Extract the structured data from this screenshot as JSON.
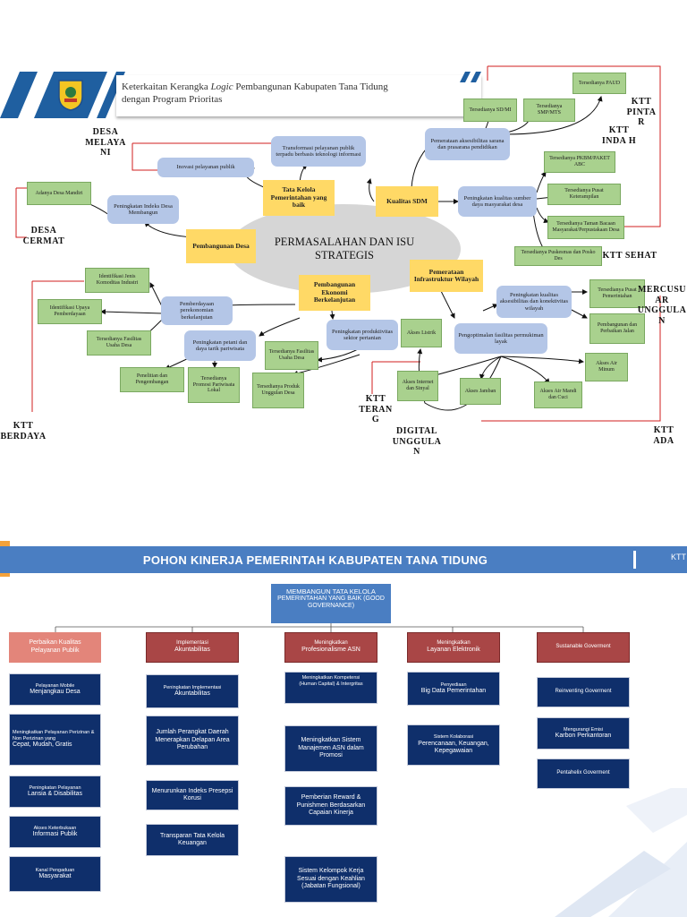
{
  "slide1": {
    "title": [
      "Keterkaitan Kerangka ",
      "Logic",
      " Pembangunan Kabupaten Tana Tidung",
      "dengan Program Prioritas"
    ],
    "logo_icon": "kabupaten-crest",
    "center": "PERMASALAHAN DAN ISU STRATEGIS",
    "yellow": {
      "tata_kelola": "Tata Kelola Pemerintahan yang baik",
      "kualitas_sdm": "Kualitas SDM",
      "pembangunan_desa": "Pembangunan Desa",
      "pemerataan": "Pemerataan Infrastruktur Wilayah",
      "ekonomi": "Pembangunan Ekonomi Berkelanjutan"
    },
    "blue": {
      "transformasi": "Transformasi pelayanan publik terpadu berbasis teknologi informasi",
      "inovasi": "Inovasi pelayanan publik",
      "pemerataan_akses": "Pemerataan aksesibilitas sarana dan prasarana pendidikan",
      "peningkatan_sdm": "Peningkatan kualitas sumber daya masyarakat desa",
      "indeks_desa": "Peningkatan Indeks Desa Membangun",
      "pemberdayaan": "Pemberdayaan perekonomian berkelanjutan",
      "petani": "Peningkatan petani dan daya tarik pariwisata",
      "produktivitas": "Peningkatan produktivitas sektor pertanian",
      "konektivitas": "Peningkatan kualitas aksesibilitas dan konektivitas wilayah",
      "permukiman": "Pengoptimalan fasilitas permukiman layak"
    },
    "green": {
      "paud": "Tersedianya PAUD",
      "sdmi": "Tersedianya SD/MI",
      "smpmts": "Tersedianya SMP/MTS",
      "pkbm": "Tersedianya PKBM/PAKET ABC",
      "keterampilan": "Tersedianya Pusat Keterampilan",
      "taman_baca": "Tersedianya Taman Bacaan Masyarakat/Perpustakaan Desa",
      "puskesmas": "Tersedianya Puskesmas dan Posko Des",
      "desa_mandiri": "Adanya Desa Mandiri",
      "identifikasi": "Identifikasi Jenis Komoditas Industri",
      "upaya": "Identifikasi Upaya Pemberdayaan",
      "fasilitas_usaha": "Tersedianya Fasilitas Usaha Desa",
      "penelitian": "Penelitian dan Pengembangan",
      "promosi": "Tersedianya Promosi Pariwisata Lokal",
      "fasilitas_usaha2": "Tersedianya Fasilitas Usaha Desa",
      "produk": "Tersedianya Produk Unggulan Desa",
      "listrik": "Akses Listrik",
      "internet": "Akses Internet dan Sinyal",
      "jamban": "Akses Jamban",
      "air_mandi": "Akses Air Mandi dan Cuci",
      "air_minum": "Akses Air Minum",
      "pemerintahan": "Tersedianya Pusat Pemerintahan",
      "jalan": "Pembangunan dan Perbaikan Jalan"
    },
    "ktt": {
      "desa_melayani": "DESA MELAYA NI",
      "desa_cermat": "DESA CERMAT",
      "ktt_pintar": "KTT PINTA R",
      "ktt_indah": "KTT INDA H",
      "ktt_sehat": "KTT SEHAT",
      "mercusuar": "MERCUSU AR UNGGULA N",
      "ktt_berdaya": "KTT BERDAYA",
      "ktt_terang": "KTT TERAN G",
      "digital": "DIGITAL UNGGULA N",
      "ktt_ada": "KTT ADA"
    }
  },
  "slide2": {
    "title": "POHON KINERJA PEMERINTAH KABUPATEN TANA TIDUNG",
    "tag": "KTT",
    "root": [
      "MEMBANGUN TATA KELOLA",
      "PEMERINTAHAN YANG BAIK (GOOD GOVERNANCE)"
    ],
    "columns": [
      {
        "header": [
          "Perbaikan Kualitas",
          "Pelayanan Publik"
        ],
        "items": [
          [
            "Pelayanan Mobile",
            "Menjangkau Desa"
          ],
          [
            "Meningkatkan Pelayanan Perizinan & Non Perizinan yang",
            "Cepat, Mudah, Gratis"
          ],
          [
            "Peningkatan Pelayanan",
            "Lansia & Disabilitas"
          ],
          [
            "Akses Keterbukaan",
            "Informasi Publik"
          ],
          [
            "Kanal Pengaduan",
            "Masyarakat"
          ]
        ]
      },
      {
        "header": [
          "Implementasi",
          "Akuntabilitas"
        ],
        "items": [
          [
            "Peningkatan Implementasi",
            "Akuntabilitas"
          ],
          [
            "",
            "Jumlah Perangkat Daerah Menerapkan Delapan Area Perubahan"
          ],
          [
            "",
            "Menurunkan Indeks Presepsi Korusi"
          ],
          [
            "",
            "Transparan Tata Kelola Keuangan"
          ]
        ]
      },
      {
        "header": [
          "Meningkatkan",
          "Profesionalisme ASN"
        ],
        "items": [
          [
            "Meningkatkan Kompetensi",
            "(Human Capital) & Intergritas"
          ],
          [
            "",
            "Meningkatkan Sistem Manajemen ASN dalam Promosi"
          ],
          [
            "",
            "Pemberian Reward & Punishmen Berdasarkan Capaian Kinerja"
          ],
          [
            "",
            "Sistem Kelompok Kerja Sesuai dengan Keahlian (Jabatan Fungsional)"
          ]
        ]
      },
      {
        "header": [
          "Meningkatkan",
          "Layanan Elektronik"
        ],
        "items": [
          [
            "Penyediaan",
            "Big Data Pemerintahan"
          ],
          [
            "Sistem Kolaborasi",
            "Perencanaan, Keuangan, Kepegawaian"
          ]
        ]
      },
      {
        "header": [
          "",
          "Sustanable Goverment"
        ],
        "items": [
          [
            "",
            "Reinventing Goverment"
          ],
          [
            "Mengurangi Emisi",
            "Karbon Perkantoran"
          ],
          [
            "",
            "Pentahelix Goverment"
          ]
        ]
      }
    ]
  }
}
